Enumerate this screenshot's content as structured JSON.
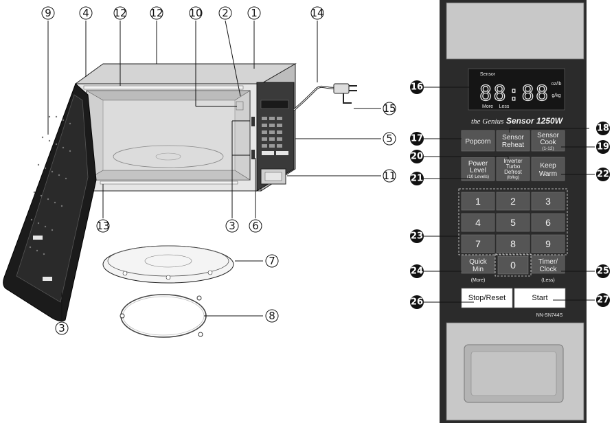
{
  "callouts": [
    "1",
    "2",
    "3",
    "4",
    "5",
    "6",
    "7",
    "8",
    "9",
    "10",
    "11",
    "12",
    "13",
    "14",
    "15",
    "16",
    "17",
    "18",
    "19",
    "20",
    "21",
    "22",
    "23",
    "24",
    "25",
    "26",
    "27"
  ],
  "panel": {
    "display_sensor": "Sensor",
    "display_digits": "88:88",
    "display_unit_oz": "oz/lb",
    "display_unit_g": "g/kg",
    "display_more": "More",
    "display_less": "Less",
    "brand_script": "the Genius",
    "brand_model": "Sensor 1250W",
    "buttons": {
      "popcorn": "Popcorn",
      "sensor_reheat_1": "Sensor",
      "sensor_reheat_2": "Reheat",
      "sensor_cook_1": "Sensor",
      "sensor_cook_2": "Cook",
      "sensor_cook_sub": "(1-12)",
      "power_level_1": "Power",
      "power_level_2": "Level",
      "power_level_sub": "(10 Levels)",
      "inverter_1": "Inverter",
      "inverter_2": "Turbo",
      "inverter_3": "Defrost",
      "inverter_sub": "(lb/kg)",
      "keep_warm_1": "Keep",
      "keep_warm_2": "Warm",
      "quick_min_1": "Quick",
      "quick_min_2": "Min",
      "quick_min_sub": "(More)",
      "timer_1": "Timer/",
      "timer_2": "Clock",
      "timer_sub": "(Less)",
      "stop_reset": "Stop/Reset",
      "start": "Start"
    },
    "keys": [
      "1",
      "2",
      "3",
      "4",
      "5",
      "6",
      "7",
      "8",
      "9",
      "0"
    ],
    "model_number": "NN-SN744S"
  },
  "colors": {
    "panel_body": "#2b2b2b",
    "panel_light": "#c8c8c8",
    "button_dark": "#555555",
    "button_white": "#ffffff"
  }
}
